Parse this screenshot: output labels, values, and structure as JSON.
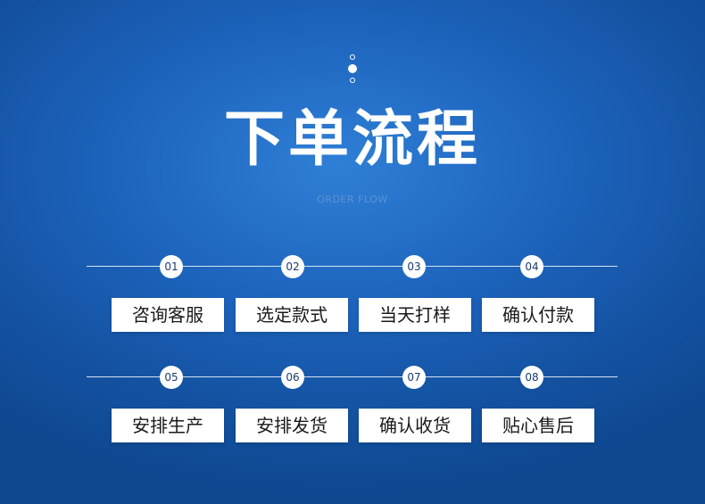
{
  "header": {
    "title": "下单流程",
    "subtitle": "ORDER FLOW"
  },
  "rows": [
    {
      "steps": [
        {
          "number": "01",
          "label": "咨询客服"
        },
        {
          "number": "02",
          "label": "选定款式"
        },
        {
          "number": "03",
          "label": "当天打样"
        },
        {
          "number": "04",
          "label": "确认付款"
        }
      ]
    },
    {
      "steps": [
        {
          "number": "05",
          "label": "安排生产"
        },
        {
          "number": "06",
          "label": "安排发货"
        },
        {
          "number": "07",
          "label": "确认收货"
        },
        {
          "number": "08",
          "label": "贴心售后"
        }
      ]
    }
  ],
  "colors": {
    "background": "#1d64bd",
    "text_light": "#ffffff",
    "box_text": "#1a1a1a",
    "circle_text": "#1a3c70"
  }
}
